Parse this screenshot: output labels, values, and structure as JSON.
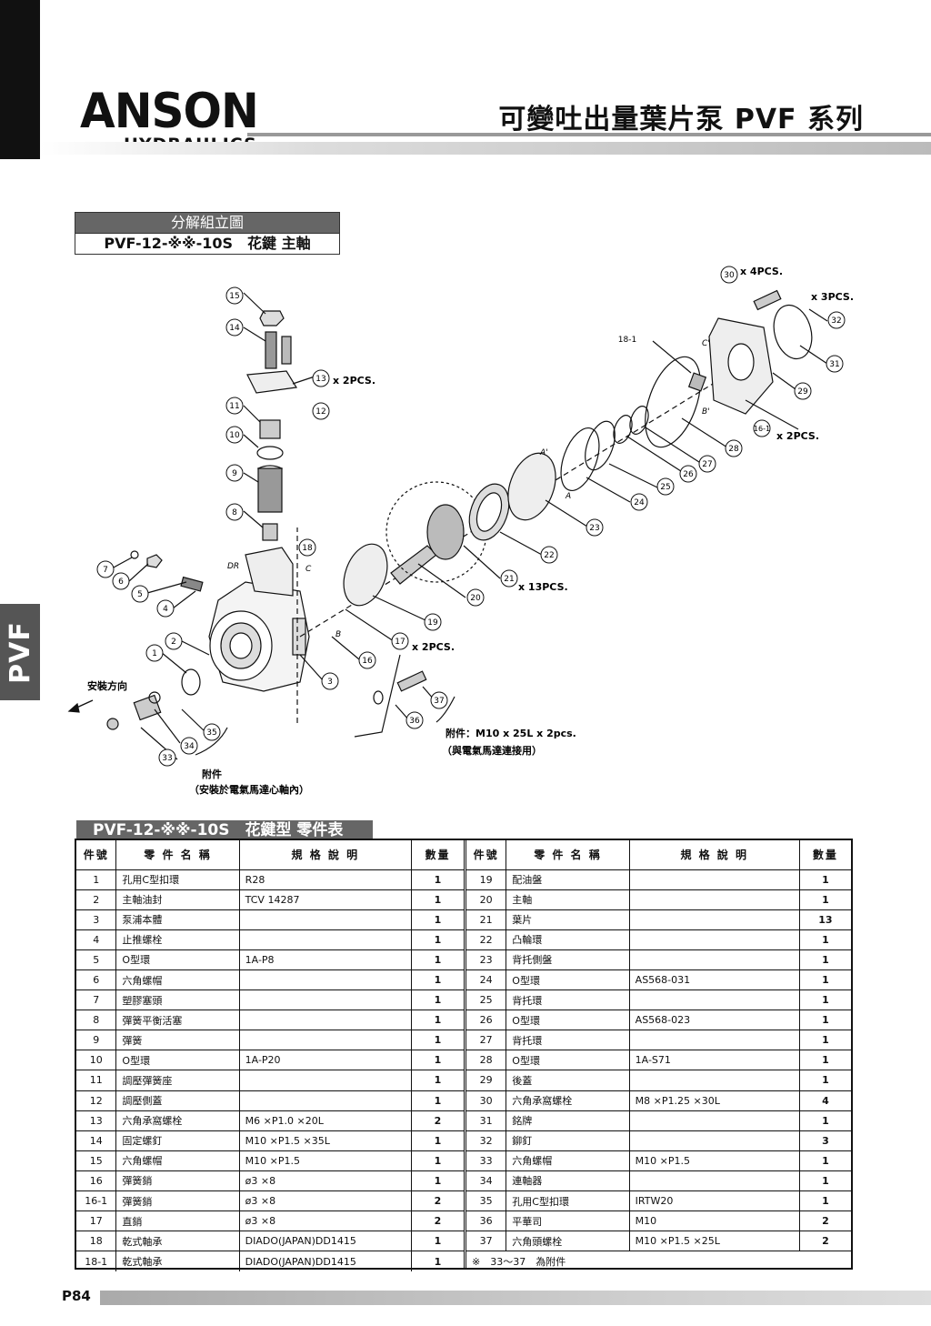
{
  "side_tab": {
    "label": "PVF"
  },
  "logo": {
    "main": "ANSON",
    "sub": "HYDRAULICS"
  },
  "header": {
    "title": "可變吐出量葉片泵 PVF 系列"
  },
  "exploded": {
    "heading": "分解組立圖",
    "model": "PVF-12-※※-10S　花鍵 主軸"
  },
  "diagram": {
    "callouts": {
      "c1": "1",
      "c2": "2",
      "c3": "3",
      "c4": "4",
      "c5": "5",
      "c6": "6",
      "c7": "7",
      "c8": "8",
      "c9": "9",
      "c10": "10",
      "c11": "11",
      "c12": "12",
      "c13": "13",
      "c14": "14",
      "c15": "15",
      "c16": "16",
      "c16_1": "16-1",
      "c17": "17",
      "c18": "18",
      "c18_1": "18-1",
      "c19": "19",
      "c20": "20",
      "c21": "21",
      "c22": "22",
      "c23": "23",
      "c24": "24",
      "c25": "25",
      "c26": "26",
      "c27": "27",
      "c28": "28",
      "c29": "29",
      "c30": "30",
      "c31": "31",
      "c32": "32",
      "c33": "33",
      "c34": "34",
      "c35": "35",
      "c36": "36",
      "c37": "37"
    },
    "qty13": "x 2PCS.",
    "qty30": "x 4PCS.",
    "qty32": "x 3PCS.",
    "qty16_1": "x 2PCS.",
    "qty21": "x 13PCS.",
    "qty17": "x 2PCS.",
    "mark_dr": "DR",
    "mark_c": "C",
    "mark_b": "B",
    "mark_a": "A",
    "mark_a2": "A'",
    "mark_b2": "B'",
    "mark_c2": "C'",
    "install_dir": "安裝方向",
    "acc1_line1": "附件",
    "acc1_line2": "（安裝於電氣馬達心軸內）",
    "acc2_line1": "附件：M10 x 25L x 2pcs.",
    "acc2_line2": "（與電氣馬達連接用）"
  },
  "parts_table": {
    "title": "PVF-12-※※-10S　花鍵型 零件表",
    "headers": {
      "no": "件號",
      "name": "零 件 名 稱",
      "spec": "規 格 說 明",
      "qty": "數量"
    },
    "left": [
      {
        "no": "1",
        "name": "孔用C型扣環",
        "spec": "R28",
        "qty": "1"
      },
      {
        "no": "2",
        "name": "主軸油封",
        "spec": "TCV 14287",
        "qty": "1"
      },
      {
        "no": "3",
        "name": "泵浦本體",
        "spec": "",
        "qty": "1"
      },
      {
        "no": "4",
        "name": "止推螺栓",
        "spec": "",
        "qty": "1"
      },
      {
        "no": "5",
        "name": "O型環",
        "spec": "1A-P8",
        "qty": "1"
      },
      {
        "no": "6",
        "name": "六角螺帽",
        "spec": "",
        "qty": "1"
      },
      {
        "no": "7",
        "name": "塑膠塞頭",
        "spec": "",
        "qty": "1"
      },
      {
        "no": "8",
        "name": "彈簧平衡活塞",
        "spec": "",
        "qty": "1"
      },
      {
        "no": "9",
        "name": "彈簧",
        "spec": "",
        "qty": "1"
      },
      {
        "no": "10",
        "name": "O型環",
        "spec": "1A-P20",
        "qty": "1"
      },
      {
        "no": "11",
        "name": "調壓彈簧座",
        "spec": "",
        "qty": "1"
      },
      {
        "no": "12",
        "name": "調壓側蓋",
        "spec": "",
        "qty": "1"
      },
      {
        "no": "13",
        "name": "六角承窩螺栓",
        "spec": "M6 ×P1.0 ×20L",
        "qty": "2"
      },
      {
        "no": "14",
        "name": "固定螺釘",
        "spec": "M10 ×P1.5 ×35L",
        "qty": "1"
      },
      {
        "no": "15",
        "name": "六角螺帽",
        "spec": "M10 ×P1.5",
        "qty": "1"
      },
      {
        "no": "16",
        "name": "彈簧銷",
        "spec": "ø3 ×8",
        "qty": "1"
      },
      {
        "no": "16-1",
        "name": "彈簧銷",
        "spec": "ø3 ×8",
        "qty": "2"
      },
      {
        "no": "17",
        "name": "直銷",
        "spec": "ø3 ×8",
        "qty": "2"
      },
      {
        "no": "18",
        "name": "乾式軸承",
        "spec": "DIADO(JAPAN)DD1415",
        "qty": "1"
      },
      {
        "no": "18-1",
        "name": "乾式軸承",
        "spec": "DIADO(JAPAN)DD1415",
        "qty": "1"
      }
    ],
    "right": [
      {
        "no": "19",
        "name": "配油盤",
        "spec": "",
        "qty": "1"
      },
      {
        "no": "20",
        "name": "主軸",
        "spec": "",
        "qty": "1"
      },
      {
        "no": "21",
        "name": "葉片",
        "spec": "",
        "qty": "13"
      },
      {
        "no": "22",
        "name": "凸輪環",
        "spec": "",
        "qty": "1"
      },
      {
        "no": "23",
        "name": "背托側盤",
        "spec": "",
        "qty": "1"
      },
      {
        "no": "24",
        "name": "O型環",
        "spec": "AS568-031",
        "qty": "1"
      },
      {
        "no": "25",
        "name": "背托環",
        "spec": "",
        "qty": "1"
      },
      {
        "no": "26",
        "name": "O型環",
        "spec": "AS568-023",
        "qty": "1"
      },
      {
        "no": "27",
        "name": "背托環",
        "spec": "",
        "qty": "1"
      },
      {
        "no": "28",
        "name": "O型環",
        "spec": "1A-S71",
        "qty": "1"
      },
      {
        "no": "29",
        "name": "後蓋",
        "spec": "",
        "qty": "1"
      },
      {
        "no": "30",
        "name": "六角承窩螺栓",
        "spec": "M8 ×P1.25 ×30L",
        "qty": "4"
      },
      {
        "no": "31",
        "name": "銘牌",
        "spec": "",
        "qty": "1"
      },
      {
        "no": "32",
        "name": "鉚釘",
        "spec": "",
        "qty": "3"
      },
      {
        "no": "33",
        "name": "六角螺帽",
        "spec": "M10 ×P1.5",
        "qty": "1"
      },
      {
        "no": "34",
        "name": "連軸器",
        "spec": "",
        "qty": "1"
      },
      {
        "no": "35",
        "name": "孔用C型扣環",
        "spec": "IRTW20",
        "qty": "1"
      },
      {
        "no": "36",
        "name": "平華司",
        "spec": "M10",
        "qty": "2"
      },
      {
        "no": "37",
        "name": "六角頭螺栓",
        "spec": "M10 ×P1.5 ×25L",
        "qty": "2"
      }
    ],
    "note": "※　33～37　為附件"
  },
  "footer": {
    "page": "P84"
  }
}
